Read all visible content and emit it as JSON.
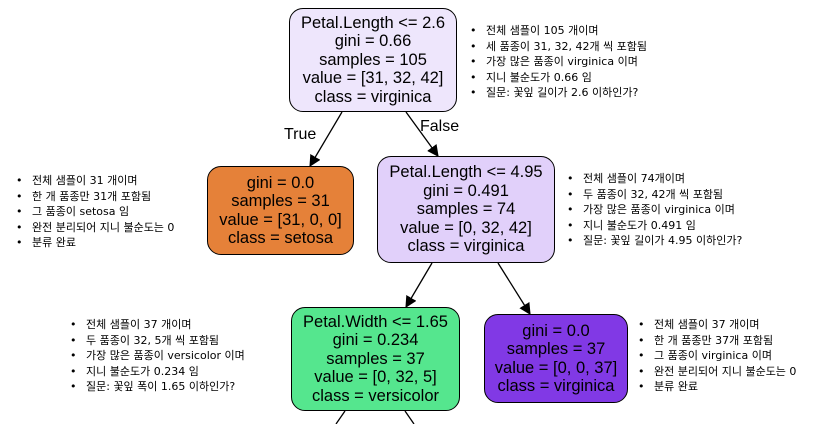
{
  "colors": {
    "root": "#eee6fc",
    "setosa": "#e58139",
    "right1": "#e1d0fa",
    "versicolor": "#55e68e",
    "virginica": "#8139e5"
  },
  "nodes": {
    "root": {
      "lines": [
        "Petal.Length <= 2.6",
        "gini = 0.66",
        "samples = 105",
        "value = [31, 32, 42]",
        "class = virginica"
      ],
      "notes": [
        "전체 샘플이 105 개이며",
        "세 품종이 31, 32, 42개 씩 포함됨",
        "가장 많은 품종이 virginica 이며",
        "지니 불순도가 0.66 임",
        "질문: 꽃잎 길이가 2.6 이하인가?"
      ]
    },
    "setosa_leaf": {
      "lines": [
        "gini = 0.0",
        "samples = 31",
        "value = [31, 0, 0]",
        "class = setosa"
      ],
      "notes": [
        "전체 샘플이 31 개이며",
        "한 개 품종만 31개 포함됨",
        "그 품종이 setosa 임",
        "완전 분리되어 지니 불순도는 0",
        "분류 완료"
      ]
    },
    "right1": {
      "lines": [
        "Petal.Length <= 4.95",
        "gini = 0.491",
        "samples = 74",
        "value = [0, 32, 42]",
        "class = virginica"
      ],
      "notes": [
        "전체 샘플이 74개이며",
        "두 품종이 32, 42개 씩 포함됨",
        "가장 많은 품종이 virginica 이며",
        "지니 불순도가 0.491 임",
        "질문: 꽃잎 길이가 4.95 이하인가?"
      ]
    },
    "versicolor_node": {
      "lines": [
        "Petal.Width <= 1.65",
        "gini = 0.234",
        "samples = 37",
        "value = [0, 32, 5]",
        "class = versicolor"
      ],
      "notes": [
        "전체 샘플이 37 개이며",
        "두 품종이 32, 5개 씩 포함됨",
        "가장 많은 품종이 versicolor 이며",
        "지니 불순도가 0.234 임",
        "질문: 꽃잎 폭이 1.65 이하인가?"
      ]
    },
    "virginica_leaf": {
      "lines": [
        "gini = 0.0",
        "samples = 37",
        "value = [0, 0, 37]",
        "class = virginica"
      ],
      "notes": [
        "전체 샘플이 37 개이며",
        "한 개 품종만 37개 포함됨",
        "그 품종이 virginica 이며",
        "완전 분리되어 지니 불순도는 0",
        "분류 완료"
      ]
    }
  },
  "edge_labels": {
    "true": "True",
    "false": "False"
  }
}
